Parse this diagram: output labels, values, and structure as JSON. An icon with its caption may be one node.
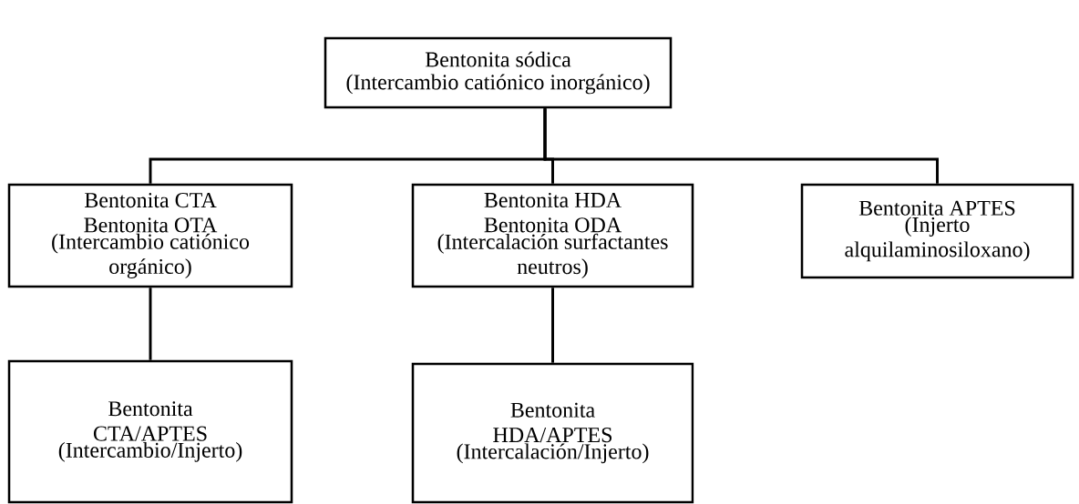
{
  "diagram": {
    "nodes": [
      {
        "text": [
          "Bentonita sódica",
          "(Intercambio catiónico inorgánico)"
        ]
      },
      {
        "text": [
          "Bentonita CTA",
          "Bentonita OTA",
          "(Intercambio catiónico orgánico)"
        ]
      },
      {
        "text": [
          "Bentonita HDA",
          "Bentonita ODA",
          "(Intercalación surfactantes neutros)"
        ]
      },
      {
        "text": [
          "Bentonita APTES",
          "(Injerto alquilaminosiloxano)"
        ]
      },
      {
        "text": [
          "Bentonita CTA/APTES",
          "(Intercambio/Injerto)"
        ]
      },
      {
        "text": [
          "Bentonita HDA/APTES",
          "(Intercalación/Injerto)"
        ]
      }
    ],
    "edges": [
      {
        "from": 0,
        "to": 1,
        "arrow": "none"
      },
      {
        "from": 0,
        "to": 2,
        "arrow": "none"
      },
      {
        "from": 0,
        "to": 3,
        "arrow": "none"
      },
      {
        "from": 1,
        "to": 4,
        "arrow": "none"
      },
      {
        "from": 2,
        "to": 5,
        "arrow": "none"
      }
    ]
  }
}
